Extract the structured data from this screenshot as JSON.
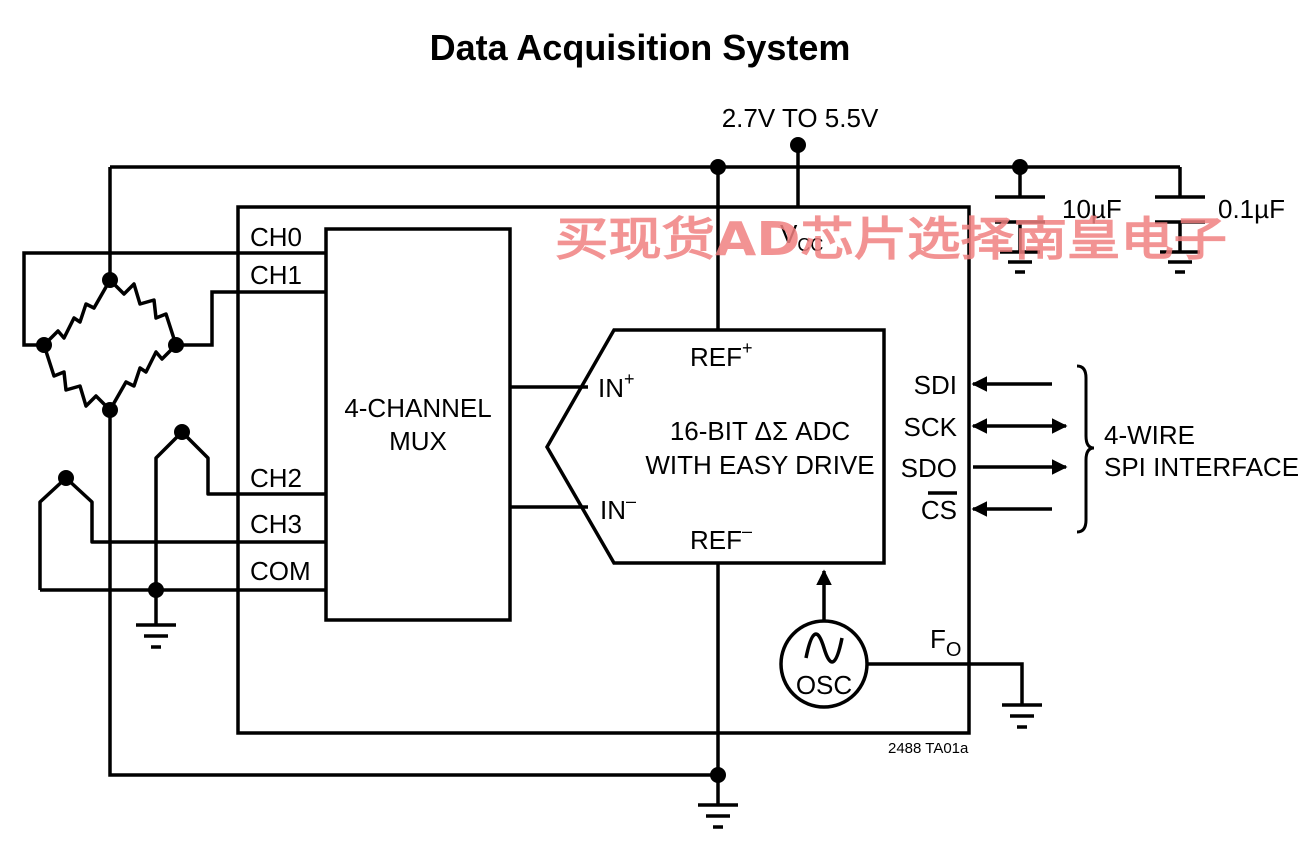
{
  "title": "Data Acquisition System",
  "supply": "2.7V TO 5.5V",
  "capacitors": {
    "c1": "10µF",
    "c2": "0.1µF"
  },
  "vcc": {
    "main": "V",
    "sub": "CC"
  },
  "channels": {
    "ch0": "CH0",
    "ch1": "CH1",
    "ch2": "CH2",
    "ch3": "CH3",
    "com": "COM"
  },
  "mux": {
    "line1": "4-CHANNEL",
    "line2": "MUX"
  },
  "adc": {
    "line1": "16-BIT ΔΣ ADC",
    "line2": "WITH EASY DRIVE",
    "in_plus": "IN",
    "in_plus_sup": "+",
    "in_minus": "IN",
    "in_minus_sup": "–",
    "ref_plus": "REF",
    "ref_plus_sup": "+",
    "ref_minus": "REF",
    "ref_minus_sup": "–"
  },
  "spi": {
    "sdi": "SDI",
    "sck": "SCK",
    "sdo": "SDO",
    "cs": "CS",
    "label1": "4-WIRE",
    "label2": "SPI INTERFACE"
  },
  "osc": "OSC",
  "fo": {
    "main": "F",
    "sub": "O"
  },
  "part_code": "2488 TA01a",
  "watermark": {
    "text": "买现货AD芯片选择南皇电子",
    "color": "#f08080"
  }
}
